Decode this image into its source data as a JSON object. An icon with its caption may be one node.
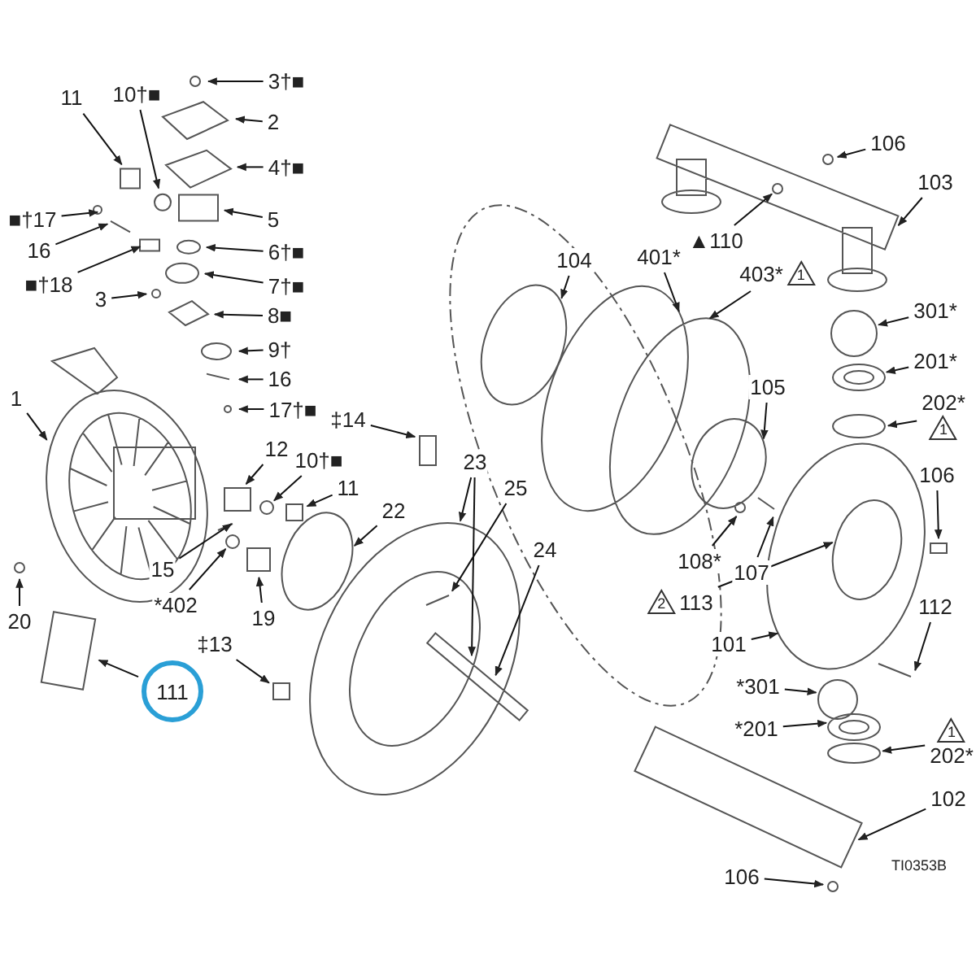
{
  "diagram": {
    "nodes": [
      {
        "text": [
          "3†■"
        ]
      },
      {
        "text": [
          "11"
        ]
      },
      {
        "text": [
          "10†■"
        ]
      },
      {
        "text": [
          "2"
        ]
      },
      {
        "text": [
          "4†■"
        ]
      },
      {
        "text": [
          "■†17"
        ]
      },
      {
        "text": [
          "5"
        ]
      },
      {
        "text": [
          "16"
        ]
      },
      {
        "text": [
          "6†■"
        ]
      },
      {
        "text": [
          "■†18"
        ]
      },
      {
        "text": [
          "7†■"
        ]
      },
      {
        "text": [
          "3"
        ]
      },
      {
        "text": [
          "8■"
        ]
      },
      {
        "text": [
          "9†"
        ]
      },
      {
        "text": [
          "16"
        ]
      },
      {
        "text": [
          "17†■"
        ]
      },
      {
        "text": [
          "1"
        ]
      },
      {
        "text": [
          "12"
        ]
      },
      {
        "text": [
          "10†■"
        ]
      },
      {
        "text": [
          "11"
        ]
      },
      {
        "text": [
          "22"
        ]
      },
      {
        "text": [
          "‡14"
        ]
      },
      {
        "text": [
          "23"
        ]
      },
      {
        "text": [
          "25"
        ]
      },
      {
        "text": [
          "24"
        ]
      },
      {
        "text": [
          "15"
        ]
      },
      {
        "text": [
          "*402"
        ]
      },
      {
        "text": [
          "19"
        ]
      },
      {
        "text": [
          "‡13"
        ]
      },
      {
        "text": [
          "20"
        ]
      },
      {
        "text": [
          "111"
        ]
      },
      {
        "text": [
          "106"
        ]
      },
      {
        "text": [
          "103"
        ]
      },
      {
        "text": [
          "▲110"
        ]
      },
      {
        "text": [
          "104"
        ]
      },
      {
        "text": [
          "401*"
        ]
      },
      {
        "text": [
          "403*",
          "1"
        ]
      },
      {
        "text": [
          "105"
        ]
      },
      {
        "text": [
          "301*"
        ]
      },
      {
        "text": [
          "201*"
        ]
      },
      {
        "text": [
          "202*",
          "1"
        ]
      },
      {
        "text": [
          "106"
        ]
      },
      {
        "text": [
          "108*"
        ]
      },
      {
        "text": [
          "107"
        ]
      },
      {
        "text": [
          "2",
          "113"
        ]
      },
      {
        "text": [
          "101"
        ]
      },
      {
        "text": [
          "112"
        ]
      },
      {
        "text": [
          "*301"
        ]
      },
      {
        "text": [
          "*201"
        ]
      },
      {
        "text": [
          "1",
          "202*"
        ]
      },
      {
        "text": [
          "102"
        ]
      },
      {
        "text": [
          "106"
        ]
      }
    ],
    "edges": [
      {
        "from": 0,
        "to": null,
        "arrow": "to"
      },
      {
        "from": 1,
        "to": null,
        "arrow": "to"
      },
      {
        "from": 2,
        "to": null,
        "arrow": "to"
      },
      {
        "from": 3,
        "to": null,
        "arrow": "to"
      },
      {
        "from": 4,
        "to": null,
        "arrow": "to"
      },
      {
        "from": 5,
        "to": null,
        "arrow": "to"
      },
      {
        "from": 6,
        "to": null,
        "arrow": "to"
      },
      {
        "from": 7,
        "to": null,
        "arrow": "to"
      },
      {
        "from": 8,
        "to": null,
        "arrow": "to"
      },
      {
        "from": 9,
        "to": null,
        "arrow": "to"
      },
      {
        "from": 10,
        "to": null,
        "arrow": "to"
      },
      {
        "from": 11,
        "to": null,
        "arrow": "to"
      },
      {
        "from": 12,
        "to": null,
        "arrow": "to"
      },
      {
        "from": 13,
        "to": null,
        "arrow": "to"
      },
      {
        "from": 14,
        "to": null,
        "arrow": "to"
      },
      {
        "from": 15,
        "to": null,
        "arrow": "to"
      },
      {
        "from": 16,
        "to": null,
        "arrow": "to"
      },
      {
        "from": 17,
        "to": null,
        "arrow": "to"
      },
      {
        "from": 18,
        "to": null,
        "arrow": "to"
      },
      {
        "from": 19,
        "to": null,
        "arrow": "to"
      },
      {
        "from": 20,
        "to": null,
        "arrow": "to"
      },
      {
        "from": 21,
        "to": null,
        "arrow": "to"
      },
      {
        "from": 22,
        "to": null,
        "arrow": "to"
      },
      {
        "from": 22,
        "to": null,
        "arrow": "to"
      },
      {
        "from": 23,
        "to": null,
        "arrow": "to"
      },
      {
        "from": 24,
        "to": null,
        "arrow": "to"
      },
      {
        "from": 25,
        "to": null,
        "arrow": "to"
      },
      {
        "from": 26,
        "to": null,
        "arrow": "to"
      },
      {
        "from": 27,
        "to": null,
        "arrow": "to"
      },
      {
        "from": 28,
        "to": null,
        "arrow": "to"
      },
      {
        "from": 29,
        "to": null,
        "arrow": "to"
      },
      {
        "from": 30,
        "to": null,
        "arrow": "to"
      },
      {
        "from": 31,
        "to": null,
        "arrow": "to"
      },
      {
        "from": 32,
        "to": null,
        "arrow": "to"
      },
      {
        "from": 33,
        "to": null,
        "arrow": "to"
      },
      {
        "from": 34,
        "to": null,
        "arrow": "to"
      },
      {
        "from": 35,
        "to": null,
        "arrow": "to"
      },
      {
        "from": 36,
        "to": null,
        "arrow": "to"
      },
      {
        "from": 37,
        "to": null,
        "arrow": "to"
      },
      {
        "from": 38,
        "to": null,
        "arrow": "to"
      },
      {
        "from": 39,
        "to": null,
        "arrow": "to"
      },
      {
        "from": 40,
        "to": null,
        "arrow": "to"
      },
      {
        "from": 41,
        "to": null,
        "arrow": "to"
      },
      {
        "from": 42,
        "to": null,
        "arrow": "to"
      },
      {
        "from": 43,
        "to": null,
        "arrow": "to"
      },
      {
        "from": 44,
        "to": null,
        "arrow": "to"
      },
      {
        "from": 45,
        "to": null,
        "arrow": "to"
      },
      {
        "from": 46,
        "to": null,
        "arrow": "to"
      },
      {
        "from": 47,
        "to": null,
        "arrow": "to"
      },
      {
        "from": 48,
        "to": null,
        "arrow": "to"
      },
      {
        "from": 49,
        "to": null,
        "arrow": "to"
      },
      {
        "from": 50,
        "to": null,
        "arrow": "to"
      },
      {
        "from": 51,
        "to": null,
        "arrow": "to"
      }
    ],
    "labels": [
      "TI0353B"
    ]
  }
}
